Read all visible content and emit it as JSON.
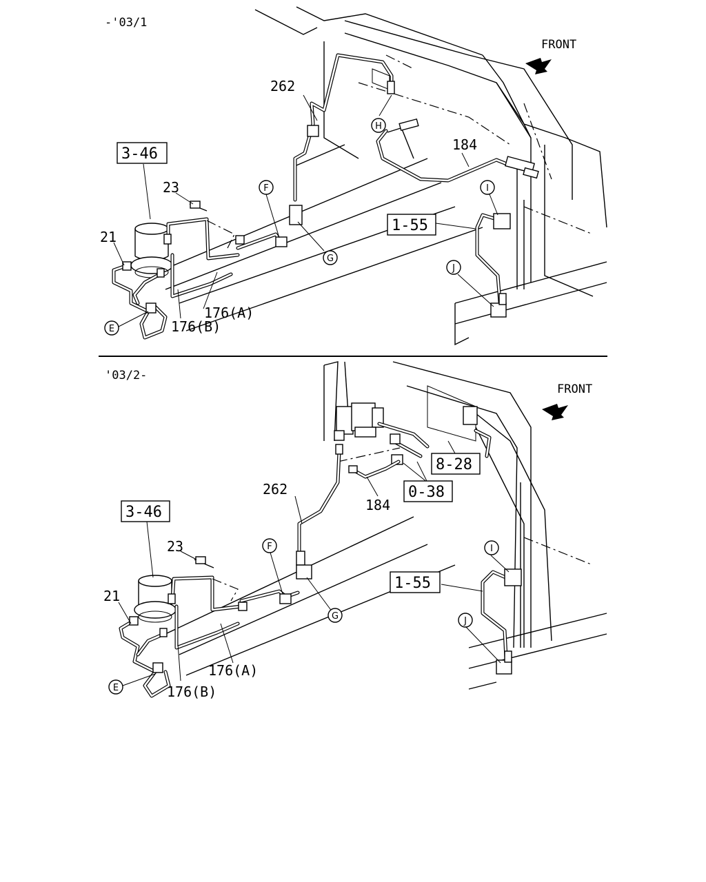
{
  "top": {
    "period": "-'03/1",
    "front_label": "FRONT",
    "labels": {
      "p262": "262",
      "p184": "184",
      "p23": "23",
      "p21": "21",
      "p176a": "176(A)",
      "p176b": "176(B)"
    },
    "refs": {
      "r346": "3-46",
      "r155": "1-55"
    },
    "markers": {
      "e": "E",
      "f": "F",
      "g": "G",
      "h": "H",
      "i": "I",
      "j": "J"
    }
  },
  "bottom": {
    "period": "'03/2-",
    "front_label": "FRONT",
    "labels": {
      "p262": "262",
      "p184": "184",
      "p23": "23",
      "p21": "21",
      "p176a": "176(A)",
      "p176b": "176(B)"
    },
    "refs": {
      "r346": "3-46",
      "r155": "1-55",
      "r828": "8-28",
      "r038": "0-38"
    },
    "markers": {
      "e": "E",
      "f": "F",
      "g": "G",
      "i": "I",
      "j": "J"
    }
  }
}
